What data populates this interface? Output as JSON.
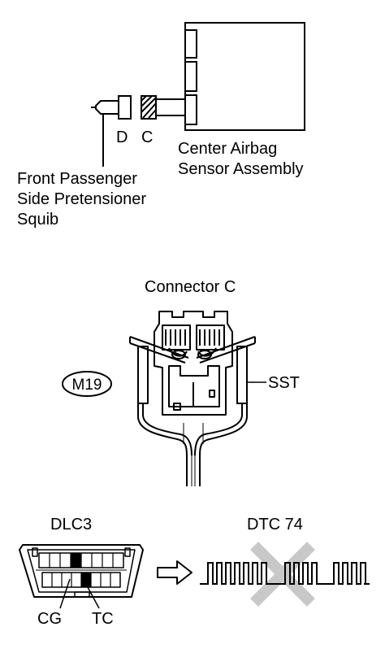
{
  "top": {
    "connector_d": "D",
    "connector_c": "C",
    "sensor_line1": "Center Airbag",
    "sensor_line2": "Sensor Assembly",
    "squib_line1": "Front Passenger",
    "squib_line2": "Side Pretensioner",
    "squib_line3": "Squib"
  },
  "middle": {
    "title": "Connector C",
    "tag": "M19",
    "sst": "SST"
  },
  "bottom": {
    "dlc": "DLC3",
    "cg": "CG",
    "tc": "TC",
    "dtc": "DTC 74"
  },
  "colors": {
    "line": "#000000",
    "cross": "#c8c8c8"
  }
}
